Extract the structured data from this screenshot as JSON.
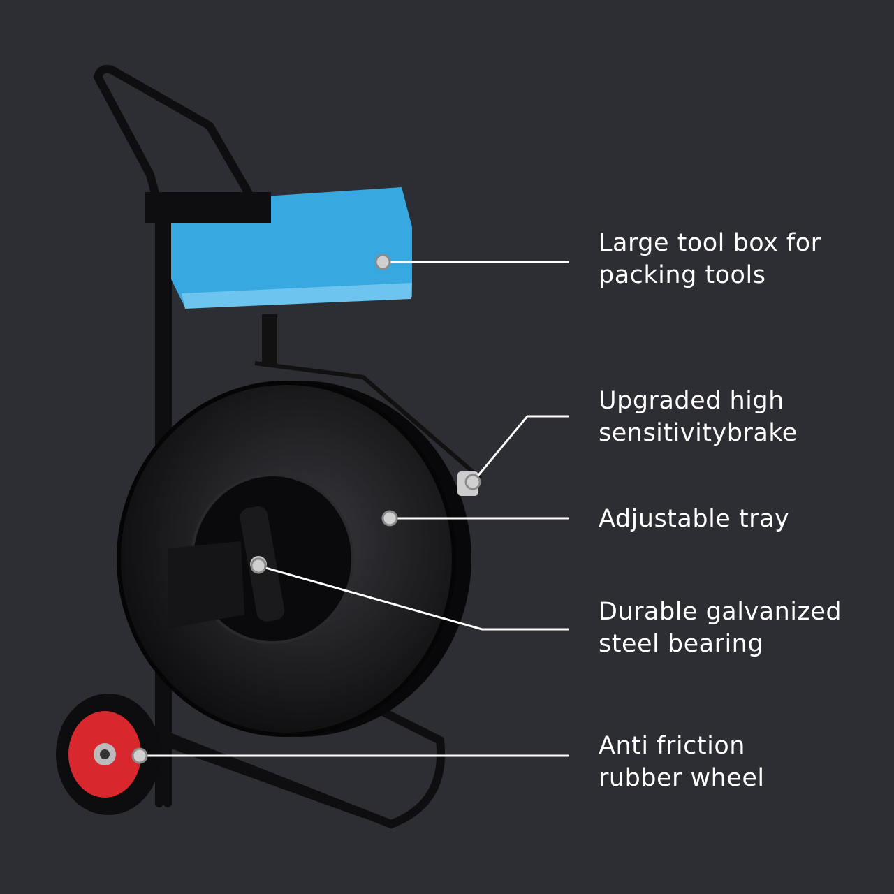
{
  "colors": {
    "background": "#2d2e33",
    "toolbox": "#38a8e0",
    "wheel_hub": "#d9272e",
    "leader_line": "#ffffff"
  },
  "callouts": [
    {
      "lines": [
        "Large tool box for",
        "packing tools"
      ]
    },
    {
      "lines": [
        "Upgraded high",
        "sensitivitybrake"
      ]
    },
    {
      "lines": [
        "Adjustable tray"
      ]
    },
    {
      "lines": [
        "Durable galvanized",
        "steel bearing"
      ]
    },
    {
      "lines": [
        "Anti friction",
        "rubber wheel"
      ]
    }
  ]
}
